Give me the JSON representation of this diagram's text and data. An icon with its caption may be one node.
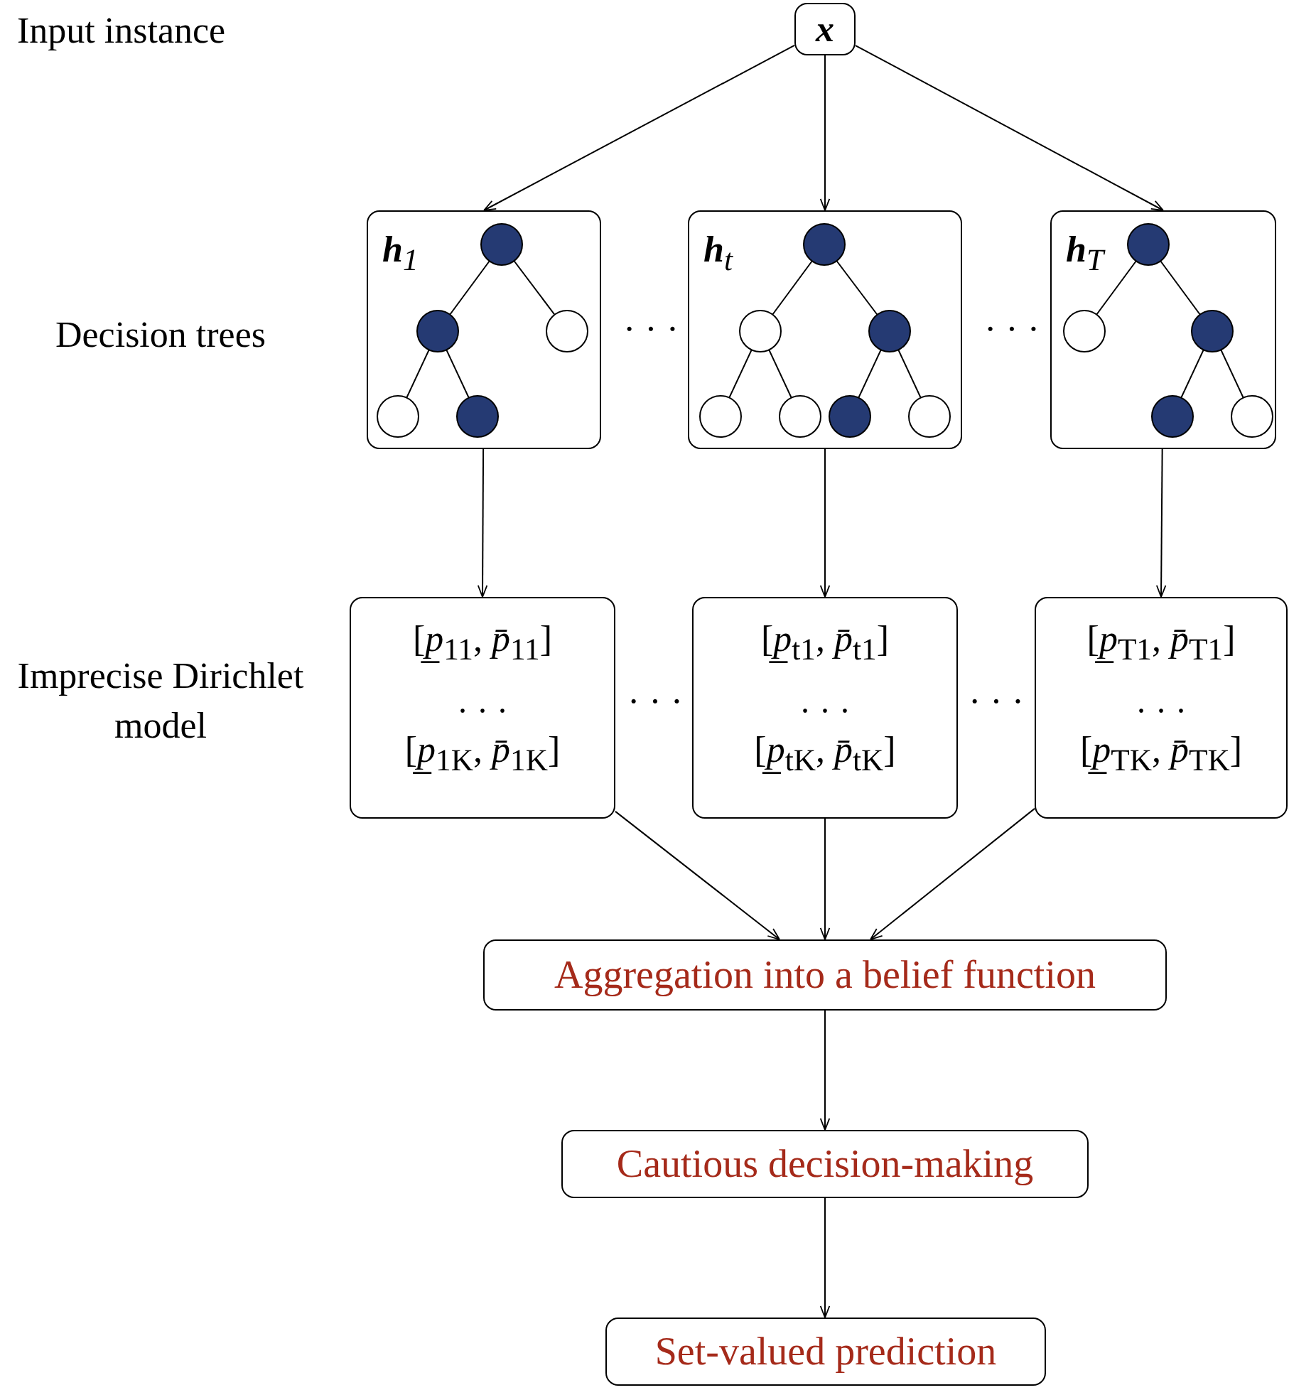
{
  "diagram": {
    "nodes": [
      {
        "text": [
          "x"
        ]
      },
      {
        "text": [
          "**h**$_{1}$"
        ]
      },
      {
        "text": [
          "**h**$_{t}$"
        ]
      },
      {
        "text": [
          "**h**$_{T}$"
        ]
      },
      {
        "text": [
          "[*p̲*$_{11}$,  *p̄*$_{11}$]",
          "· · ·",
          "[*p̲*$_{1K}$,  *p̄*$_{1K}$]"
        ]
      },
      {
        "text": [
          "[*p̲*$_{t1}$,  *p̄*$_{t1}$]",
          "· · ·",
          "[*p̲*$_{tK}$,  *p̄*$_{tK}$]"
        ]
      },
      {
        "text": [
          "[*p̲*$_{T1}$,  *p̄*$_{T1}$]",
          "· · ·",
          "[*p̲*$_{TK}$,  *p̄*$_{TK}$]"
        ]
      },
      {
        "text": [
          "Aggregation into a belief function"
        ]
      },
      {
        "text": [
          "Cautious decision-making"
        ]
      },
      {
        "text": [
          "Set-valued prediction"
        ]
      }
    ],
    "edges": [
      {
        "from": 0,
        "to": 1,
        "arrow": "to"
      },
      {
        "from": 0,
        "to": 2,
        "arrow": "to"
      },
      {
        "from": 0,
        "to": 3,
        "arrow": "to"
      },
      {
        "from": 1,
        "to": 4,
        "arrow": "to"
      },
      {
        "from": 2,
        "to": 5,
        "arrow": "to"
      },
      {
        "from": 3,
        "to": 6,
        "arrow": "to"
      },
      {
        "from": 4,
        "to": 7,
        "arrow": "to"
      },
      {
        "from": 5,
        "to": 7,
        "arrow": "to"
      },
      {
        "from": 6,
        "to": 7,
        "arrow": "to"
      },
      {
        "from": 7,
        "to": 8,
        "arrow": "to"
      },
      {
        "from": 8,
        "to": 9,
        "arrow": "to"
      }
    ],
    "labels": [
      "Input instance",
      "Decision trees",
      "· · ·",
      "· · ·",
      "Imprecise Dirichlet model",
      "· · ·",
      "· · ·"
    ]
  }
}
